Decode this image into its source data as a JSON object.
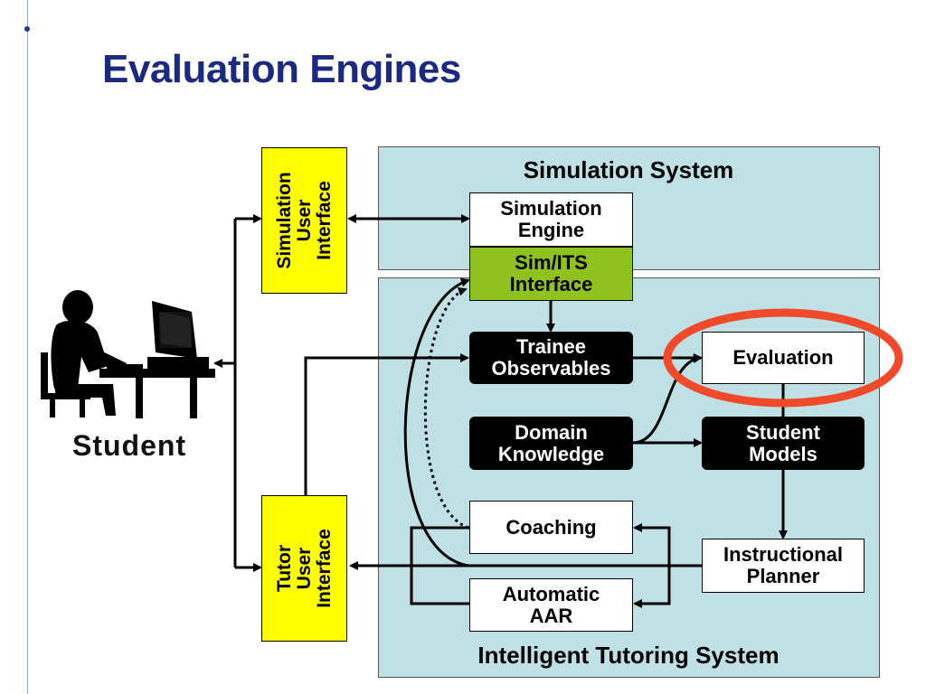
{
  "title": "Evaluation Engines",
  "student": {
    "label": "Student",
    "icon": "student-at-computer-icon"
  },
  "simulation_ui": {
    "label": "Simulation\nUser\nInterface",
    "color": "#ffff00"
  },
  "tutor_ui": {
    "label": "Tutor\nUser\nInterface",
    "color": "#ffff00"
  },
  "simulation_system": {
    "title": "Simulation System",
    "engine": "Simulation\nEngine",
    "sim_its": "Sim/ITS\nInterface",
    "sim_its_color": "#8fc21f"
  },
  "its": {
    "title": "Intelligent Tutoring System",
    "trainee_observables": "Trainee\nObservables",
    "domain_knowledge": "Domain\nKnowledge",
    "evaluation": "Evaluation",
    "student_models": "Student\nModels",
    "coaching": "Coaching",
    "automatic_aar": "Automatic\nAAR",
    "instructional_planner": "Instructional\nPlanner",
    "panel_color": "#bfe0e4"
  },
  "highlight": {
    "target": "Evaluation",
    "color": "#f04a2a"
  }
}
